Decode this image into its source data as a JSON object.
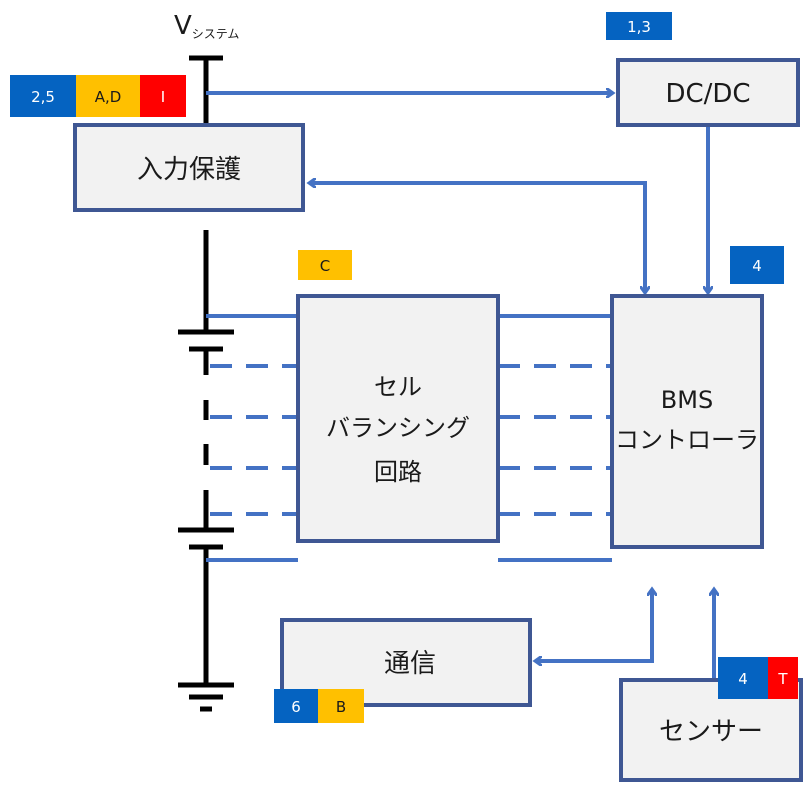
{
  "supply": {
    "main": "V",
    "sub": "システム"
  },
  "blocks": {
    "input_protection": "入力保護",
    "dcdc": "DC/DC",
    "cell_balancing": [
      "セル",
      "バランシング",
      "回路"
    ],
    "bms": [
      "BMS",
      "コントローラ"
    ],
    "comm": "通信",
    "sensor": "センサー"
  },
  "tags": {
    "dcdc": [
      {
        "text": "1,3",
        "color": "#0563C1"
      }
    ],
    "input": [
      {
        "text": "2,5",
        "color": "#0563C1"
      },
      {
        "text": "A,D",
        "color": "#FFC000"
      },
      {
        "text": "I",
        "color": "#FF0000"
      }
    ],
    "balancing": [
      {
        "text": "C",
        "color": "#FFC000"
      }
    ],
    "bms": [
      {
        "text": "4",
        "color": "#0563C1"
      }
    ],
    "ground": [
      {
        "text": "6",
        "color": "#0563C1"
      },
      {
        "text": "B",
        "color": "#FFC000"
      }
    ],
    "sensor": [
      {
        "text": "4",
        "color": "#0563C1"
      },
      {
        "text": "T",
        "color": "#FF0000"
      }
    ]
  },
  "colors": {
    "line": "#4472C4",
    "box_fill": "#F2F2F2",
    "box_stroke": "#3F5793",
    "stack": "#000000"
  }
}
